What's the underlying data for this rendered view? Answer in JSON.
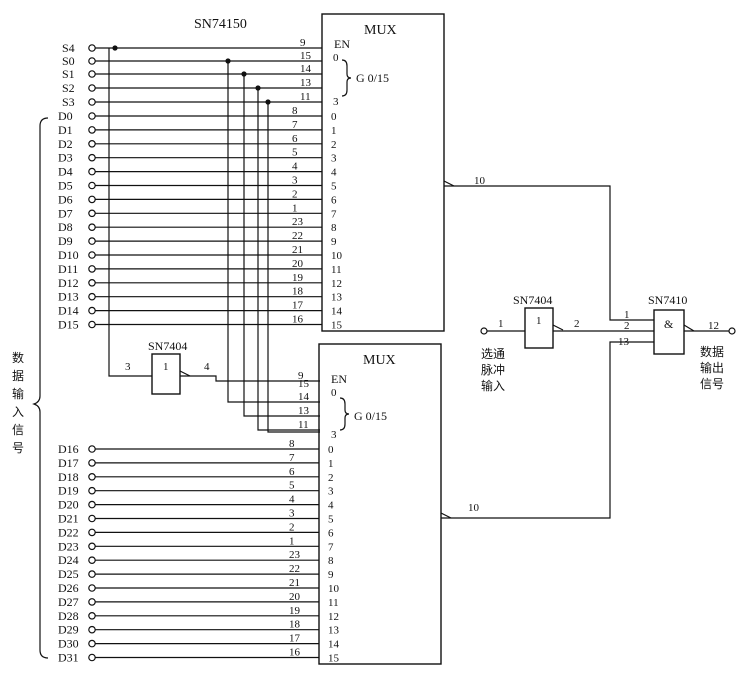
{
  "chip_label_mux": "SN74150",
  "mux1": {
    "title": "MUX",
    "en": "EN",
    "sel0": "0",
    "sel3": "3",
    "group": "G 0/15",
    "out_pin": "10"
  },
  "mux2": {
    "title": "MUX",
    "en": "EN",
    "sel0": "0",
    "sel3": "3",
    "group": "G 0/15",
    "out_pin": "10"
  },
  "select_inputs": [
    {
      "name": "S4",
      "pin": "9"
    },
    {
      "name": "S0",
      "pin": "15"
    },
    {
      "name": "S1",
      "pin": "14"
    },
    {
      "name": "S2",
      "pin": "13"
    },
    {
      "name": "S3",
      "pin": "11"
    }
  ],
  "mux1_inputs": [
    "D0",
    "D1",
    "D2",
    "D3",
    "D4",
    "D5",
    "D6",
    "D7",
    "D8",
    "D9",
    "D10",
    "D11",
    "D12",
    "D13",
    "D14",
    "D15"
  ],
  "mux2_inputs": [
    "D16",
    "D17",
    "D18",
    "D19",
    "D20",
    "D21",
    "D22",
    "D23",
    "D24",
    "D25",
    "D26",
    "D27",
    "D28",
    "D29",
    "D30",
    "D31"
  ],
  "data_pins": [
    "8",
    "7",
    "6",
    "5",
    "4",
    "3",
    "2",
    "1",
    "23",
    "22",
    "21",
    "20",
    "19",
    "18",
    "17",
    "16"
  ],
  "data_indices": [
    "0",
    "1",
    "2",
    "3",
    "4",
    "5",
    "6",
    "7",
    "8",
    "9",
    "10",
    "11",
    "12",
    "13",
    "14",
    "15"
  ],
  "mux2_select_pins": [
    "9",
    "15",
    "14",
    "13",
    "11"
  ],
  "inverter_left": {
    "label": "SN7404",
    "symbol": "1",
    "pin_in": "3",
    "pin_out": "4"
  },
  "inverter_right": {
    "label": "SN7404",
    "symbol": "1",
    "pin_in": "1",
    "pin_out": "2"
  },
  "nand_gate": {
    "label": "SN7410",
    "symbol": "&",
    "pin_a": "1",
    "pin_b": "2",
    "pin_c": "13",
    "pin_out": "12"
  },
  "left_brace_label": [
    "数",
    "据",
    "输",
    "入",
    "信",
    "号"
  ],
  "strobe_label": [
    "选通",
    "脉冲",
    "输入"
  ],
  "output_label": [
    "数据",
    "输出",
    "信号"
  ]
}
